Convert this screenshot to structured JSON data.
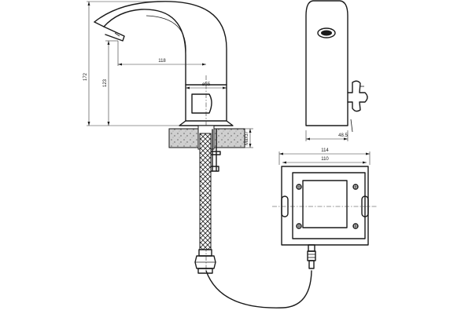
{
  "dimensions": {
    "overall_height": "172",
    "spout_height": "123",
    "spout_reach": "118",
    "body_diameter": "ø55",
    "max_counter": "Max37",
    "side_width": "48.5",
    "box_width_outer": "114",
    "box_width_inner": "110"
  }
}
